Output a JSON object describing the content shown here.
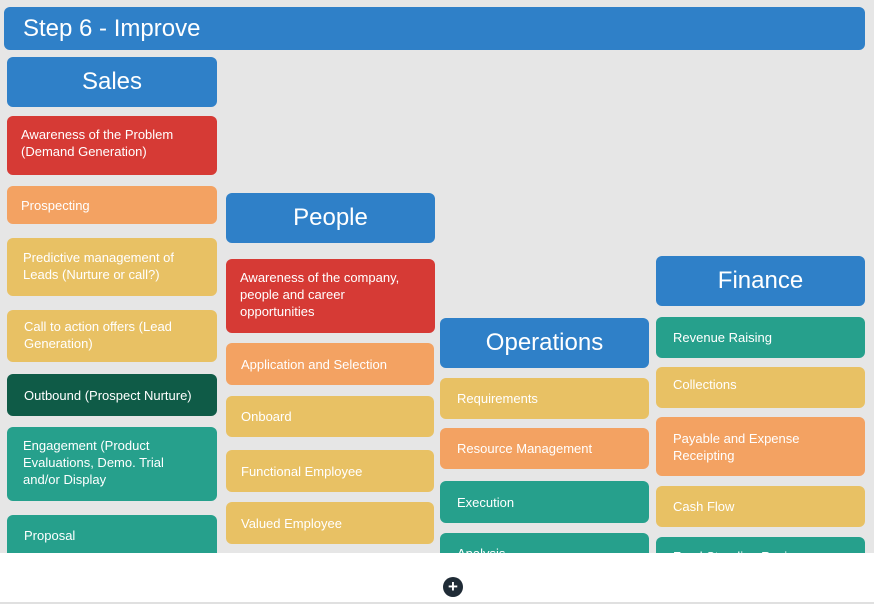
{
  "title": "Step 6 - Improve",
  "columns": {
    "sales": {
      "header": "Sales",
      "cards": [
        "Awareness of the Problem (Demand Generation)",
        "Prospecting",
        "Predictive management of Leads (Nurture or call?)",
        "Call to action offers (Lead Generation)",
        "Outbound (Prospect Nurture)",
        "Engagement (Product Evaluations, Demo. Trial and/or Display",
        "Proposal"
      ]
    },
    "people": {
      "header": "People",
      "cards": [
        "Awareness of the company, people and career opportunities",
        "Application and Selection",
        "Onboard",
        "Functional Employee",
        "Valued Employee"
      ]
    },
    "operations": {
      "header": "Operations",
      "cards": [
        "Requirements",
        "Resource Management",
        "Execution",
        "Analysis"
      ]
    },
    "finance": {
      "header": "Finance",
      "cards": [
        "Revenue Raising",
        "Collections",
        "Payable and Expense Receipting",
        "Cash Flow",
        "Fund Standing Reviews"
      ]
    }
  },
  "colors": {
    "blue": "#2f80c8",
    "red": "#d63a35",
    "orange": "#f3a262",
    "yellow": "#e8c164",
    "teal": "#26a08c",
    "dark_green": "#0f5b47"
  },
  "footer": {
    "add_icon": "plus-circle-icon"
  }
}
